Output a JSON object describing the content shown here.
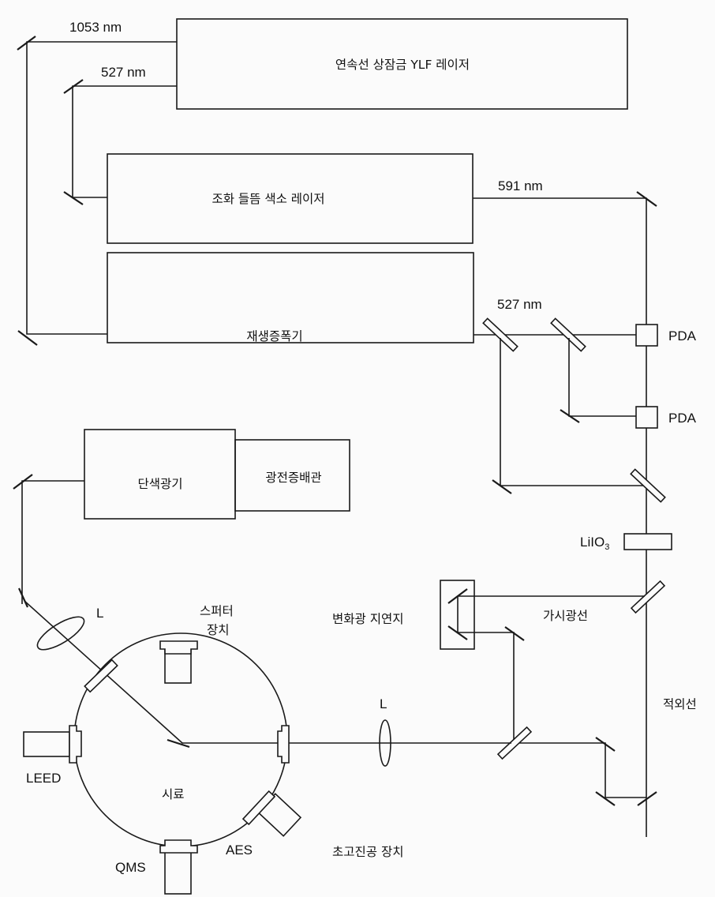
{
  "diagram": {
    "title": "",
    "components": {
      "ylf_laser": "연속선 상잠금 YLF 레이저",
      "dye_laser": "조화 들뜸 색소 레이저",
      "regen_amp": "재생증폭기",
      "monochromator": "단색광기",
      "pmt": "광전증배관",
      "sputter": [
        "스퍼터",
        "장치"
      ],
      "leed": "LEED",
      "sample": "시료",
      "qms": "QMS",
      "aes": "AES",
      "uhv": "초고진공 장치",
      "delay_stage": "변화광 지연지",
      "lens_1": "L",
      "lens_2": "L",
      "pda_1": "PDA",
      "pda_2": "PDA",
      "crystal": "LiIO",
      "crystal_sub": "3"
    },
    "beams": {
      "w1053": "1053 nm",
      "w527_top": "527 nm",
      "w591": "591 nm",
      "w527_mid": "527 nm",
      "visible": "가시광선",
      "infrared": "적외선"
    }
  }
}
